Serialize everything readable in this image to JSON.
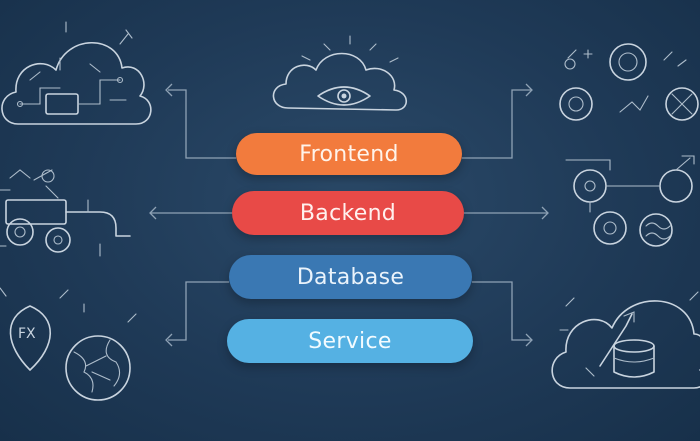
{
  "diagram": {
    "layers": [
      {
        "label": "Frontend",
        "color": "#f27b3d"
      },
      {
        "label": "Backend",
        "color": "#e84a47"
      },
      {
        "label": "Database",
        "color": "#3a78b3"
      },
      {
        "label": "Service",
        "color": "#55b1e3"
      }
    ],
    "icons": [
      "cloud-circuit-icon",
      "gears-machine-icon",
      "map-pin-fx-icon",
      "globe-icon",
      "cloud-eye-icon",
      "gear-cluster-icon",
      "gear-network-icon",
      "cloud-database-icon"
    ],
    "colors": {
      "background": "#1f3a57",
      "line": "#c9d4df",
      "arrow": "#8fa2b5"
    }
  }
}
